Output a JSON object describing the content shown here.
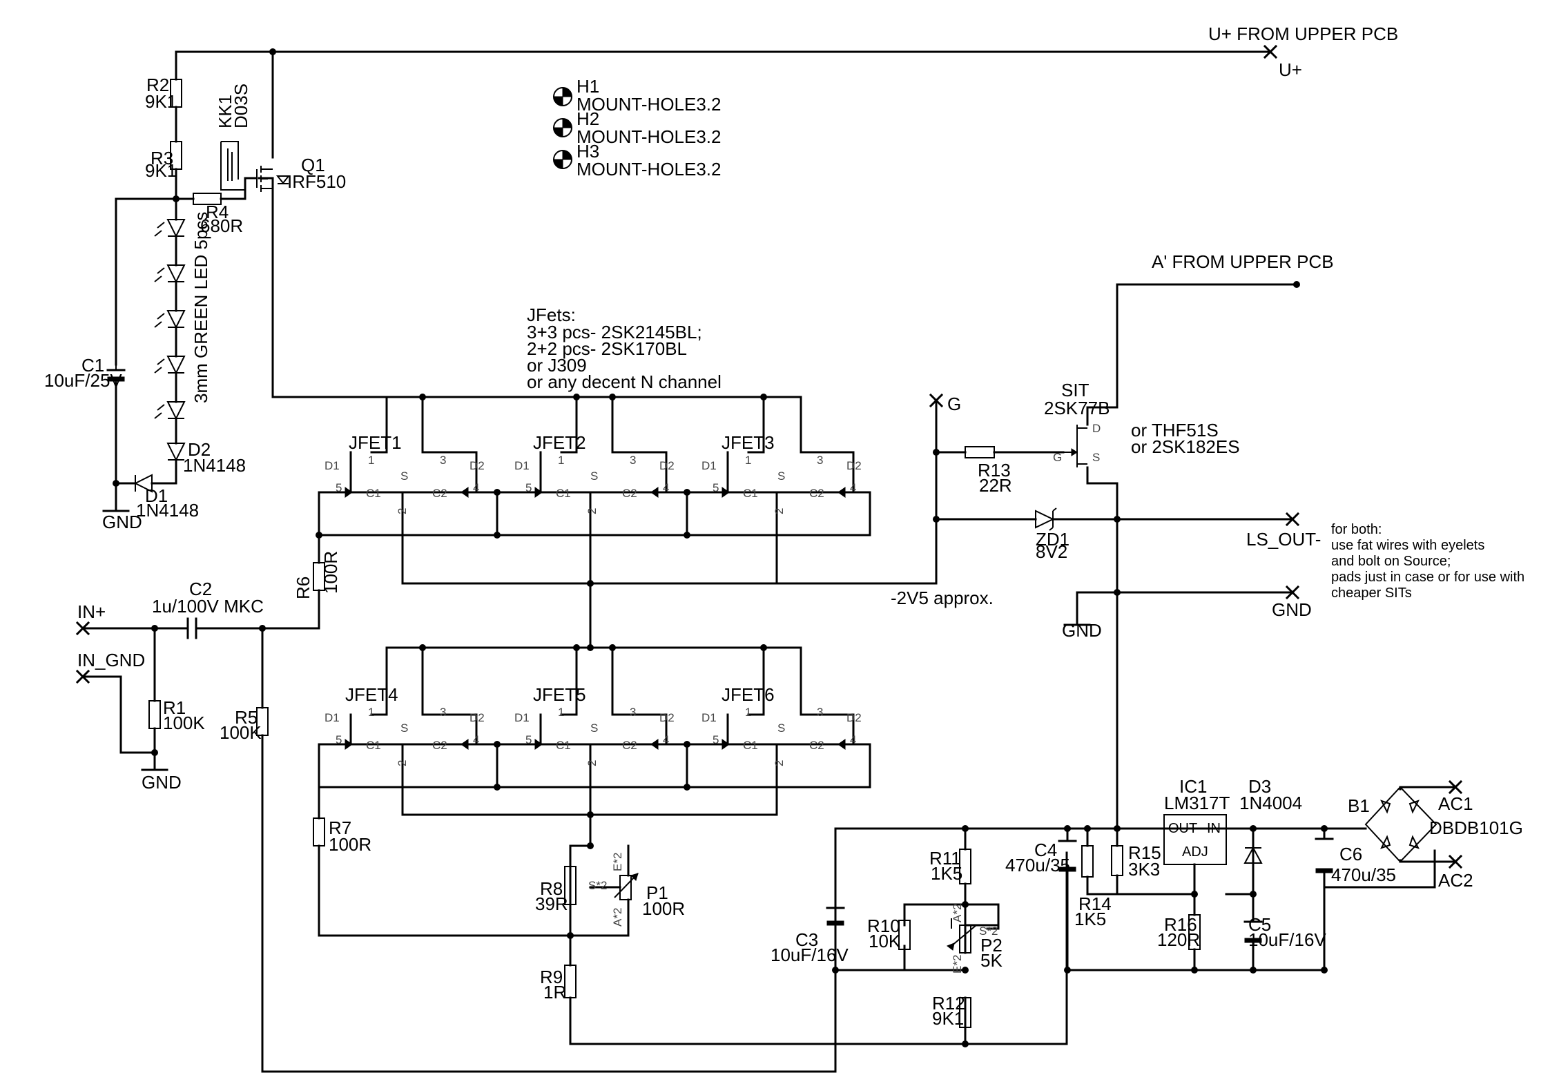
{
  "net_labels": {
    "u_plus_from": "U+ FROM UPPER PCB",
    "u_plus": "U+",
    "a_from": "A' FROM UPPER PCB",
    "g": "G",
    "ls_out": "LS_OUT-",
    "gnd": "GND",
    "in_plus": "IN+",
    "in_gnd": "IN_GND",
    "v_approx": "-2V5 approx.",
    "ac1": "AC1",
    "ac2": "AC2"
  },
  "holes": [
    {
      "ref": "H1",
      "value": "MOUNT-HOLE3.2"
    },
    {
      "ref": "H2",
      "value": "MOUNT-HOLE3.2"
    },
    {
      "ref": "H3",
      "value": "MOUNT-HOLE3.2"
    }
  ],
  "notes": {
    "jfet_lines": [
      "JFets:",
      "3+3 pcs- 2SK2145BL;",
      "2+2 pcs- 2SK170BL",
      "or J309",
      "or any decent N channel"
    ],
    "sit_alt": [
      "or THF51S",
      "or 2SK182ES"
    ],
    "both_lines": [
      "for both:",
      "use fat wires with eyelets",
      "and bolt on Source;",
      "pads just in case or for use with",
      "cheaper SITs"
    ]
  },
  "parts": {
    "r1": {
      "ref": "R1",
      "value": "100K"
    },
    "r2": {
      "ref": "R2",
      "value": "9K1"
    },
    "r3": {
      "ref": "R3",
      "value": "9K1"
    },
    "r4": {
      "ref": "R4",
      "value": "680R"
    },
    "r5": {
      "ref": "R5",
      "value": "100K"
    },
    "r6": {
      "ref": "R6",
      "value": "100R"
    },
    "r7": {
      "ref": "R7",
      "value": "100R"
    },
    "r8": {
      "ref": "R8",
      "value": "39R"
    },
    "r9": {
      "ref": "R9",
      "value": "1R"
    },
    "r10": {
      "ref": "R10",
      "value": "10K"
    },
    "r11": {
      "ref": "R11",
      "value": "1K5"
    },
    "r12": {
      "ref": "R12",
      "value": "9K1"
    },
    "r13": {
      "ref": "R13",
      "value": "22R"
    },
    "r14": {
      "ref": "R14",
      "value": "1K5"
    },
    "r15": {
      "ref": "R15",
      "value": "3K3"
    },
    "r16": {
      "ref": "R16",
      "value": "120R"
    },
    "c1": {
      "ref": "C1",
      "value": "10uF/25V"
    },
    "c2": {
      "ref": "C2",
      "value": "1u/100V MKC"
    },
    "c3": {
      "ref": "C3",
      "value": "10uF/16V"
    },
    "c4": {
      "ref": "C4",
      "value": "470u/35"
    },
    "c5": {
      "ref": "C5",
      "value": "10uF/16V"
    },
    "c6": {
      "ref": "C6",
      "value": "470u/35"
    },
    "d1": {
      "ref": "D1",
      "value": "1N4148"
    },
    "d2": {
      "ref": "D2",
      "value": "1N4148"
    },
    "d3": {
      "ref": "D3",
      "value": "1N4004"
    },
    "zd1": {
      "ref": "ZD1",
      "value": "8V2"
    },
    "q1": {
      "ref": "Q1",
      "value": "IRF510"
    },
    "kk1": {
      "ref": "KK1",
      "value": "D03S"
    },
    "leds": {
      "value": "3mm GREEN LED 5pcs"
    },
    "sit": {
      "ref": "SIT",
      "value": "2SK77B"
    },
    "ic1": {
      "ref": "IC1",
      "value": "LM317T",
      "pin_out": "OUT",
      "pin_in": "IN",
      "pin_adj": "ADJ"
    },
    "b1": {
      "ref": "B1",
      "value": "DBDB101G"
    },
    "p1": {
      "ref": "P1",
      "value": "100R"
    },
    "p2": {
      "ref": "P2",
      "value": "5K"
    }
  },
  "pot_pins": {
    "e": "E*2",
    "s": "S*2",
    "a": "A*2"
  },
  "sit_pins": {
    "d": "D",
    "g": "G",
    "s": "S"
  },
  "jfets": [
    {
      "ref": "JFET1"
    },
    {
      "ref": "JFET2"
    },
    {
      "ref": "JFET3"
    },
    {
      "ref": "JFET4"
    },
    {
      "ref": "JFET5"
    },
    {
      "ref": "JFET6"
    }
  ],
  "jfet_pins": {
    "d1": "D1",
    "d2": "D2",
    "s": "S",
    "c1": "C1",
    "c2": "C2",
    "p1": "1",
    "p2": "2",
    "p3": "3",
    "p4": "4",
    "p5": "5"
  }
}
